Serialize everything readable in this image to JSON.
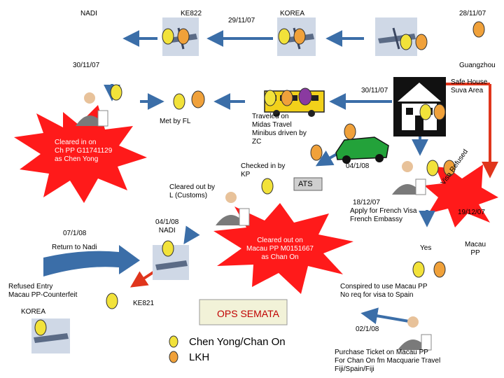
{
  "colors": {
    "burst": "#ff1a1a",
    "arrow_blue": "#3b6ea8",
    "arrow_red": "#e0351c",
    "face": "#f0a13a",
    "face_yellow": "#f2e23a",
    "ops_box": "#f2f2d8",
    "window_bg": "#ffffff"
  },
  "top": {
    "nadi": "NADI",
    "ke822": "KE822",
    "date1": "29/11/07",
    "korea": "KOREA",
    "date2": "28/11/07"
  },
  "row2": {
    "date_left": "30/11/07",
    "guangzhou": "Guangzhou"
  },
  "mid": {
    "safe_house": "Safe House\nSuva Area",
    "date_safe": "30/11/07",
    "traveled": "Traveled on\nMidas Travel\nMinibus driven by\nZC",
    "met_by": "Met by FL",
    "cleared_in": "Cleared in on\nCh PP G11741129\nas Chen Yong",
    "checked_in": "Checked in by\nKP",
    "date_car": "04/1/08",
    "ats": "ATS",
    "cleared_out_customs": "Cleared out by\nL (Customs)",
    "visa_refused": "Visa Refused",
    "date_dec18": "18/12/07",
    "apply_visa": "Apply for French Visa\nFrench Embassy",
    "date_dec19": "19/12/07"
  },
  "lower": {
    "date_nadi_out": "04/1/08\nNADI",
    "date_return": "07/1/08",
    "return_to": "Return to Nadi",
    "cleared_out_macau": "Cleared out on\nMacau PP M0151667\nas Chan On",
    "yes": "Yes",
    "macau_pp": "Macau\nPP",
    "refused_entry": "Refused Entry\nMacau PP-Counterfeit",
    "korea_bottom": "KOREA",
    "ke821": "KE821",
    "conspired": "Conspired to use Macau PP\nNo req for visa to Spain",
    "ops": "OPS SEMATA",
    "date_purchase": "02/1/08",
    "purchase": "Purchase Ticket on Macau PP\nFor Chan On fm Macquarie Travel\nFiji/Spain/Fiji"
  },
  "legend": {
    "line1": "Chen Yong/Chan On",
    "line2": "LKH"
  },
  "icons": [
    "airplane-icon",
    "person-icon",
    "bus-icon",
    "car-icon",
    "house-icon",
    "businessman-icon"
  ]
}
